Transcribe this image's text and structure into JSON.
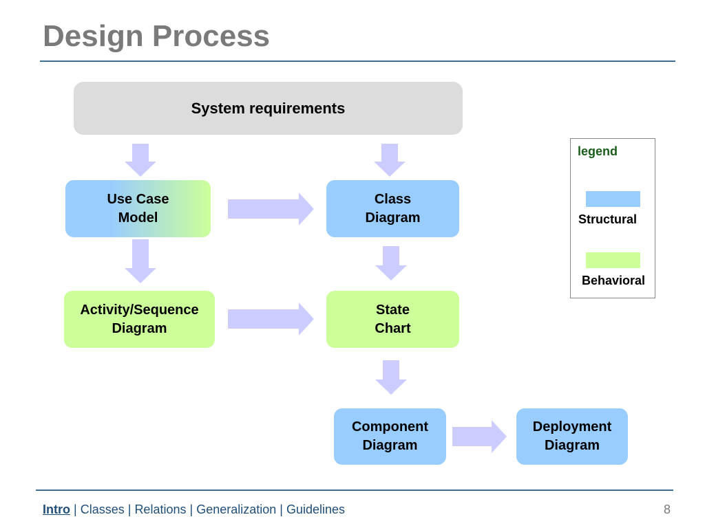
{
  "slide": {
    "title": "Design Process",
    "page_number": "8"
  },
  "diagram": {
    "nodes": {
      "requirements": {
        "label": "System requirements"
      },
      "use_case": {
        "label": "Use Case\nModel",
        "category": "mixed"
      },
      "class": {
        "label": "Class\nDiagram",
        "category": "structural"
      },
      "activity": {
        "label": "Activity/Sequence\nDiagram",
        "category": "behavioral"
      },
      "state": {
        "label": "State\nChart",
        "category": "behavioral"
      },
      "component": {
        "label": "Component\nDiagram",
        "category": "structural"
      },
      "deployment": {
        "label": "Deployment\nDiagram",
        "category": "structural"
      }
    },
    "edges": [
      {
        "from": "requirements",
        "to": "use_case"
      },
      {
        "from": "requirements",
        "to": "class"
      },
      {
        "from": "use_case",
        "to": "class"
      },
      {
        "from": "use_case",
        "to": "activity"
      },
      {
        "from": "class",
        "to": "state"
      },
      {
        "from": "activity",
        "to": "state"
      },
      {
        "from": "state",
        "to": "component"
      },
      {
        "from": "component",
        "to": "deployment"
      }
    ],
    "colors": {
      "structural": "#99ccff",
      "behavioral": "#ccff99",
      "requirements": "#dcdcdc",
      "arrow": "#ccccff"
    }
  },
  "legend": {
    "title": "legend",
    "items": [
      {
        "label": "Structural",
        "color": "#99ccff"
      },
      {
        "label": "Behavioral",
        "color": "#ccff99"
      }
    ]
  },
  "footer": {
    "nav": [
      {
        "label": "Intro",
        "active": true
      },
      {
        "label": "Classes",
        "active": false
      },
      {
        "label": "Relations",
        "active": false
      },
      {
        "label": "Generalization",
        "active": false
      },
      {
        "label": "Guidelines",
        "active": false
      }
    ],
    "separator": "|"
  }
}
